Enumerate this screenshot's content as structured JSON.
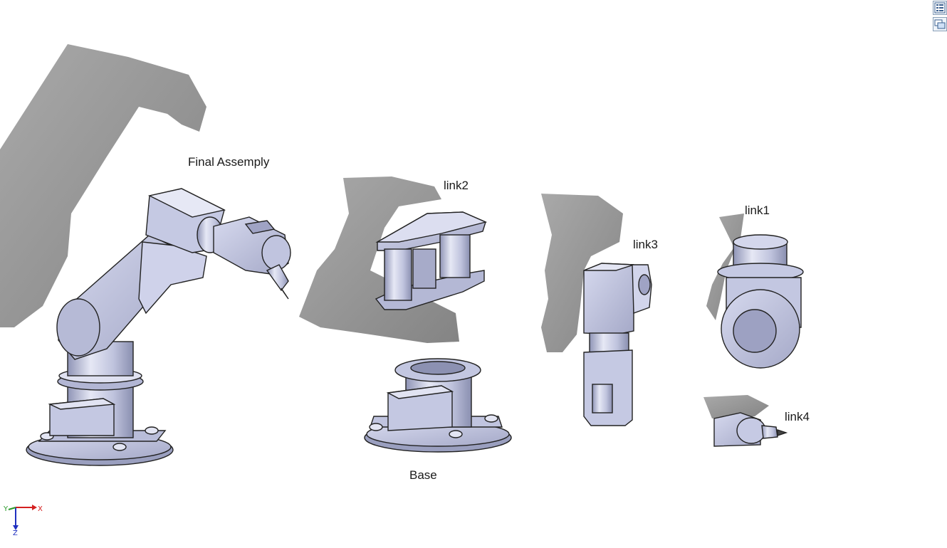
{
  "viewport": {
    "labels": {
      "final_assembly": "Final Assemply",
      "link2": "link2",
      "link1": "link1",
      "link3": "link3",
      "link4": "link4",
      "base": "Base"
    },
    "triad": {
      "x": "X",
      "y": "Y",
      "z": "Z"
    },
    "task_pane": {
      "icons": [
        "property-list-icon",
        "display-pane-icon"
      ]
    }
  },
  "colors": {
    "part_face": "#c9cde6",
    "part_dark": "#8e93b4",
    "shadow": "#8c8c8c",
    "axis_x": "#d42020",
    "axis_y": "#2a9a2a",
    "axis_z": "#2030c0"
  }
}
